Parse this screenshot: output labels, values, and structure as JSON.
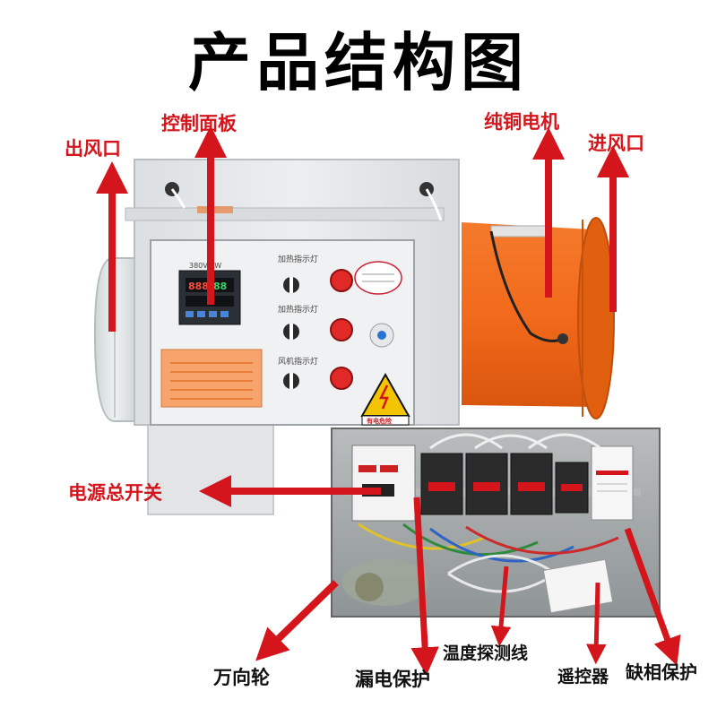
{
  "title": "产品结构图",
  "labels": {
    "outlet": "出风口",
    "control_panel": "控制面板",
    "copper_motor": "纯铜电机",
    "inlet": "进风口",
    "main_switch": "电源总开关",
    "caster": "万向轮",
    "leakage_protection": "漏电保护",
    "temp_probe": "温度探测线",
    "remote": "遥控器",
    "phase_protection": "缺相保护"
  },
  "panel": {
    "voltage_label": "380V KW",
    "indicator_1": "加热指示灯",
    "indicator_2": "加热指示灯",
    "indicator_3": "风机指示灯",
    "warning_text": "有电危险"
  },
  "colors": {
    "arrow": "#d4161c",
    "motor_orange": "#f26a1b",
    "cabinet": "#e4e6e8",
    "warning_yellow": "#f5c400"
  }
}
